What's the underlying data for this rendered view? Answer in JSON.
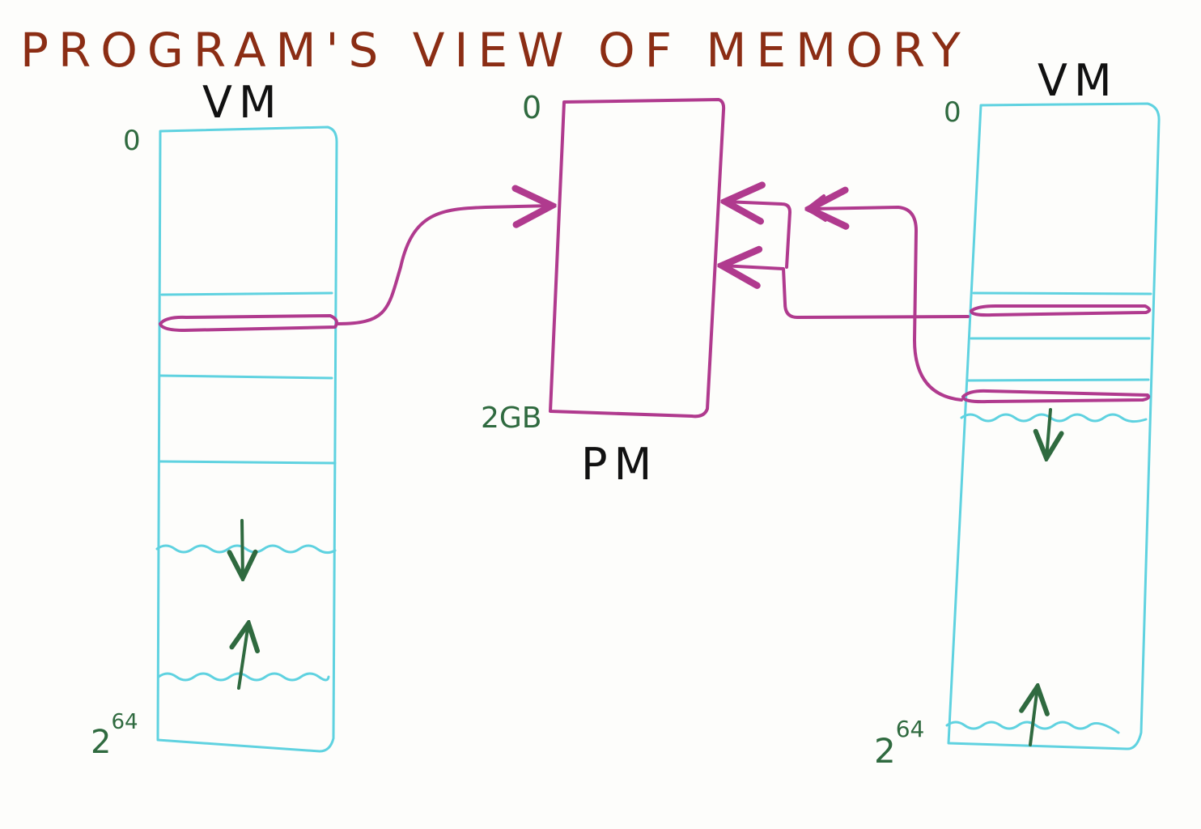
{
  "title": "PROGRAM'S VIEW OF MEMORY",
  "left_vm": {
    "label": "VM",
    "top_address": "0",
    "bottom_address_base": "2",
    "bottom_address_exp": "64"
  },
  "physical_memory": {
    "label": "PM",
    "top_address": "0",
    "size_label": "2GB"
  },
  "right_vm": {
    "label": "VM",
    "top_address": "0",
    "bottom_address_base": "2",
    "bottom_address_exp": "64"
  },
  "colors": {
    "title": "#8b2d14",
    "virtual_memory_outline": "#5fd2e0",
    "mapping_and_physical": "#b03a8e",
    "addresses_and_growth_arrows": "#2f6a3f",
    "labels": "#111111"
  }
}
